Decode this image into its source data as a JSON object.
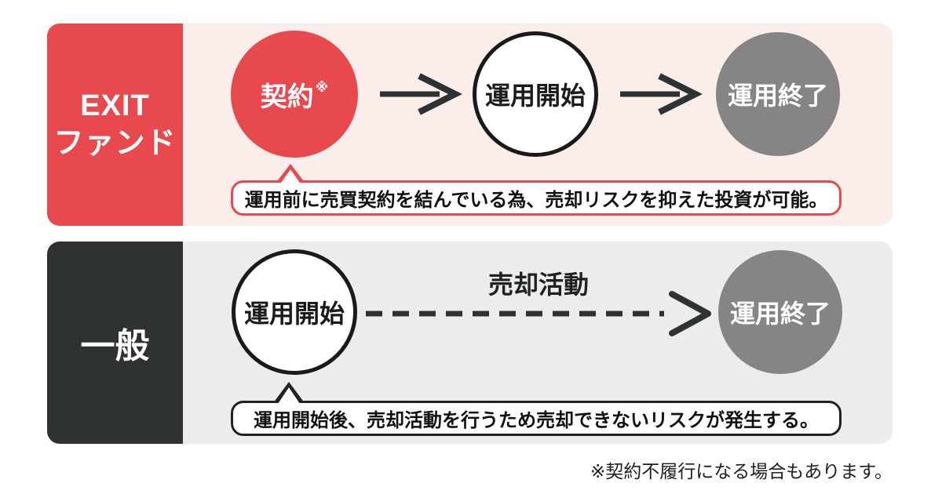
{
  "colors": {
    "red": "#E8494E",
    "pink_background": "#FAEDEA",
    "dark": "#2F3232",
    "gray": "#858585",
    "light_gray_background": "#ECECEA",
    "ink": "#1E2222"
  },
  "rows": [
    {
      "label_line1": "EXIT",
      "label_line2": "ファンド",
      "steps": {
        "contract": "契約",
        "contract_note_mark": "※",
        "start": "運用開始",
        "end": "運用終了"
      },
      "note": "運用前に売買契約を結んでいる為、売却リスクを抑えた投資が可能。"
    },
    {
      "label": "一般",
      "steps": {
        "start": "運用開始",
        "end": "運用終了"
      },
      "arrow_label": "売却活動",
      "note": "運用開始後、売却活動を行うため売却できないリスクが発生する。"
    }
  ],
  "footnote": "※契約不履行になる場合もあります。"
}
